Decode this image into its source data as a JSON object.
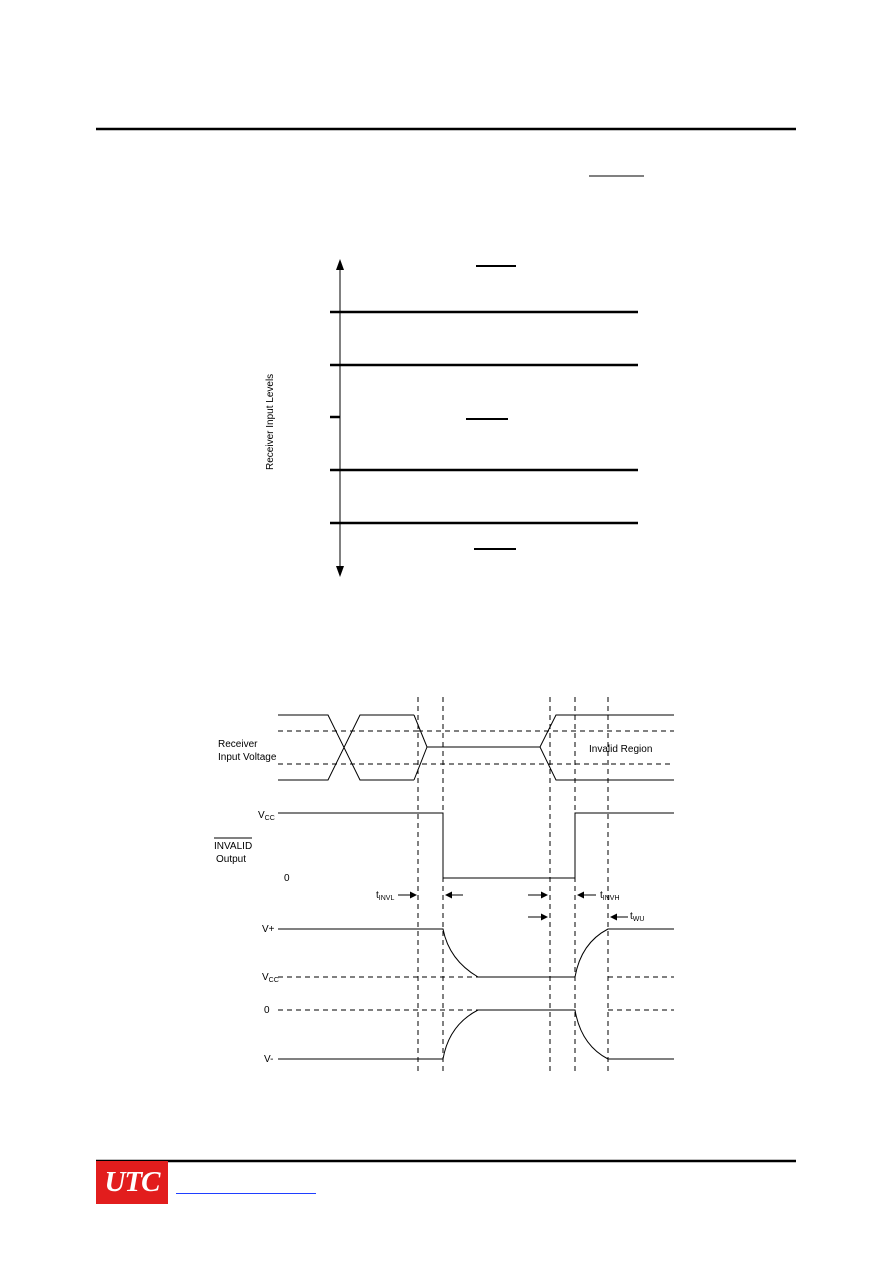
{
  "figure1": {
    "y_axis_label": "Receiver Input Levels"
  },
  "figure2": {
    "receiver_label_1": "Receiver",
    "receiver_label_2": "Input Voltage",
    "invalid_region": "Invalid Region",
    "vcc_1": "V",
    "vcc_1_sub": "CC",
    "invalid_label": "INVALID",
    "output_label": "Output",
    "zero_1": "0",
    "t_invl": "t",
    "t_invl_sub": "INVL",
    "t_invh": "t",
    "t_invh_sub": "INVH",
    "t_wu": "t",
    "t_wu_sub": "WU",
    "vplus": "V+",
    "vcc_2": "V",
    "vcc_2_sub": "CC",
    "zero_2": "0",
    "vminus": "V-"
  },
  "footer": {
    "logo": "UTC"
  }
}
